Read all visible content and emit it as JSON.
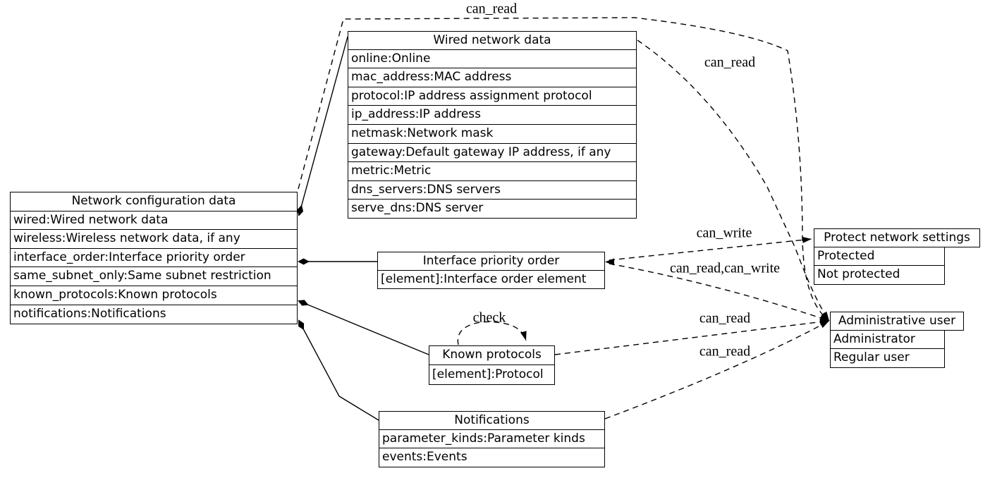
{
  "colors": {
    "background": "#ffffff",
    "foreground": "#000000"
  },
  "nodes": {
    "net_config": {
      "title": "Network configuration data",
      "rows": [
        "wired:Wired network data",
        "wireless:Wireless network data, if any",
        "interface_order:Interface priority order",
        "same_subnet_only:Same subnet restriction",
        "known_protocols:Known protocols",
        "notifications:Notifications"
      ]
    },
    "wired": {
      "title": "Wired network data",
      "rows": [
        "online:Online",
        "mac_address:MAC address",
        "protocol:IP address assignment protocol",
        "ip_address:IP address",
        "netmask:Network mask",
        "gateway:Default gateway IP address, if any",
        "metric:Metric",
        "dns_servers:DNS servers",
        "serve_dns:DNS server"
      ]
    },
    "interface_order": {
      "title": "Interface priority order",
      "rows": [
        "[element]:Interface order element"
      ]
    },
    "known_protocols": {
      "title": "Known protocols",
      "rows": [
        "[element]:Protocol"
      ]
    },
    "notifications": {
      "title": "Notifications",
      "rows": [
        "parameter_kinds:Parameter kinds",
        "events:Events"
      ]
    },
    "protect": {
      "title": "Protect network settings",
      "rows": [
        "Protected",
        "Not protected"
      ]
    },
    "admin": {
      "title": "Administrative user",
      "rows": [
        "Administrator",
        "Regular user"
      ]
    }
  },
  "edge_labels": {
    "top_can_read": "can_read",
    "wired_can_read": "can_read",
    "can_write": "can_write",
    "can_read_can_write": "can_read,can_write",
    "known_can_read": "can_read",
    "notifications_can_read": "can_read",
    "check": "check"
  }
}
